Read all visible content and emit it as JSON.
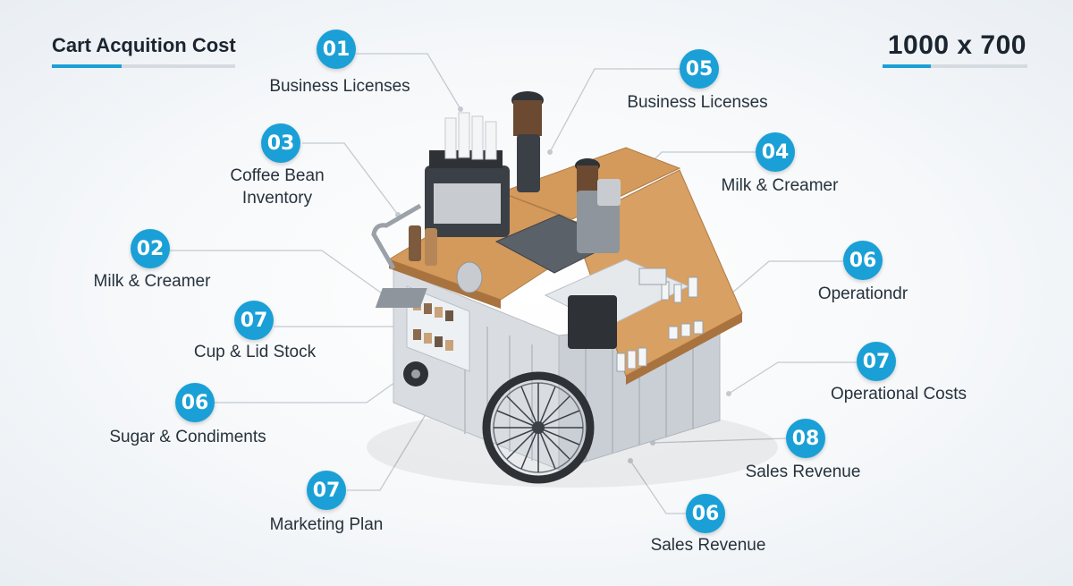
{
  "header": {
    "title": "Cart Acquition Cost",
    "size": "1000 x 700",
    "accent": "#1aa0d6"
  },
  "callouts": [
    {
      "num": "01",
      "label": "Business Licenses"
    },
    {
      "num": "03",
      "label": "Coffee Bean"
    },
    {
      "num": "02",
      "label": "Milk & Creamer"
    },
    {
      "num": "07",
      "label": "Cup & Lid Stock"
    },
    {
      "num": "06",
      "label": "Sugar & Condiments"
    },
    {
      "num": "07",
      "label": "Marketing Plan"
    },
    {
      "num": "05",
      "label": "Business Licenses"
    },
    {
      "num": "04",
      "label": "Milk & Creamer"
    },
    {
      "num": "06",
      "label": "Operationdr"
    },
    {
      "num": "07",
      "label": "Operational Costs"
    },
    {
      "num": "08",
      "label": "Sales Revenue"
    },
    {
      "num": "06",
      "label": "Sales Revenue"
    }
  ],
  "callout_extra": {
    "coffee_line2": "Inventory"
  }
}
